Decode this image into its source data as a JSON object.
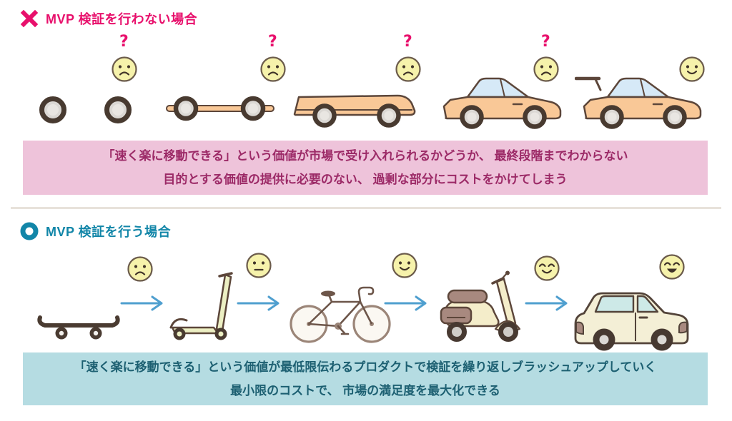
{
  "no_mvp": {
    "title": "MVP 検証を行わない場合",
    "marker_icon": "x-mark-icon",
    "question_mark": "?",
    "stages": [
      "wheel",
      "wheel",
      "chassis-axle",
      "car-body",
      "sports-car",
      "sports-car-with-spoiler"
    ],
    "faces": [
      "none",
      "sad",
      "sad",
      "sad",
      "sad",
      "smile"
    ],
    "banner": {
      "line1": "「速く楽に移動できる」という価値が市場で受け入れられるかどうか、 最終段階までわからない",
      "line2": "目的とする価値の提供に必要のない、 過剰な部分にコストをかけてしまう"
    }
  },
  "mvp": {
    "title": "MVP 検証を行う場合",
    "marker_icon": "circle-icon",
    "stages": [
      "skateboard",
      "kick-scooter",
      "bicycle",
      "motor-scooter",
      "car"
    ],
    "faces": [
      "sad",
      "neutral",
      "smile",
      "happy",
      "laugh"
    ],
    "banner": {
      "line1": "「速く楽に移動できる」という価値が最低限伝わるプロダクトで検証を繰り返しブラッシュアップしていく",
      "line2": "最小限のコストで、 市場の満足度を最大化できる"
    }
  },
  "colors": {
    "pink_accent": "#e8106c",
    "teal_accent": "#1286a8",
    "arrow_blue": "#4f9fcf",
    "pink_banner_bg": "#eec3da",
    "pink_banner_text": "#9c2a67",
    "teal_banner_bg": "#b5dce2",
    "teal_banner_text": "#1d6072",
    "face_yellow": "#f6f2ab",
    "vehicle_orange": "#f9c897",
    "window_blue": "#d6e9f7"
  }
}
